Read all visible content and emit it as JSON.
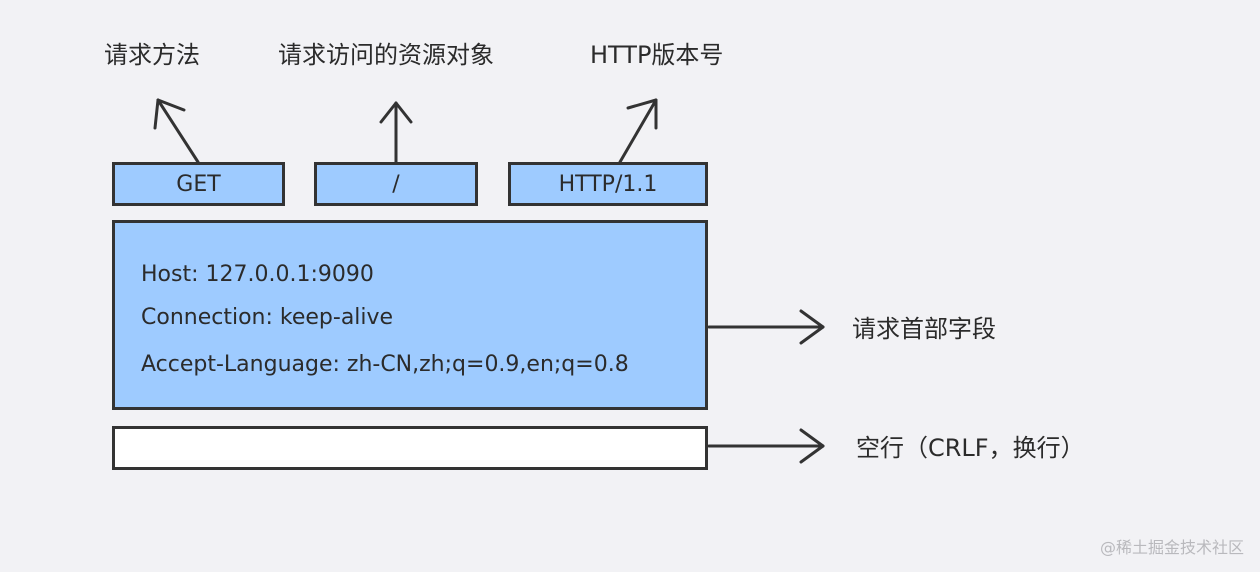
{
  "colors": {
    "box_fill": "#9ecbff",
    "blank_fill": "#ffffff",
    "stroke": "#333333",
    "background": "#f2f2f5"
  },
  "top_labels": {
    "method": "请求方法",
    "resource": "请求访问的资源对象",
    "version": "HTTP版本号"
  },
  "request_line": {
    "method": "GET",
    "path": "/",
    "version": "HTTP/1.1"
  },
  "headers": [
    "Host: 127.0.0.1:9090",
    "Connection: keep-alive",
    "Accept-Language: zh-CN,zh;q=0.9,en;q=0.8"
  ],
  "side_labels": {
    "headers": "请求首部字段",
    "blank_line": "空行（CRLF，换行）"
  },
  "watermark": "@稀土掘金技术社区"
}
